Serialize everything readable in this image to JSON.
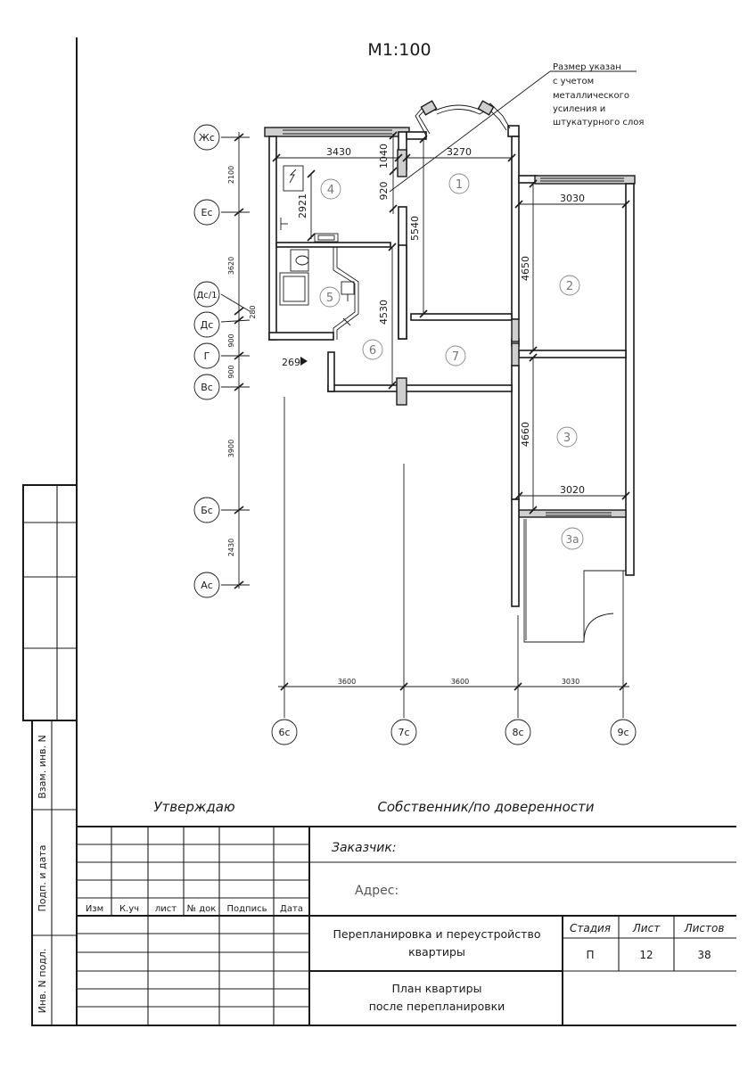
{
  "scale": "М1:100",
  "note_lines": [
    "Размер указан",
    "с учетом",
    "металлического",
    "усиления и",
    "штукатурного слоя"
  ],
  "axes_rows": [
    "Жс",
    "Ес",
    "Дс/1",
    "Дс",
    "Г",
    "Вс",
    "Бс",
    "Ас"
  ],
  "axes_cols": [
    "6с",
    "7с",
    "8с",
    "9с"
  ],
  "row_dims": [
    "2100",
    "3620",
    "280",
    "900",
    "900",
    "3900",
    "2430"
  ],
  "col_dims": [
    "3600",
    "3600",
    "3030"
  ],
  "room_dims": {
    "d3430": "3430",
    "d1040": "1040",
    "d3270": "3270",
    "d920": "920",
    "d2921": "2921",
    "d5540": "5540",
    "d3030": "3030",
    "d4650": "4650",
    "d4530": "4530",
    "d4660": "4660",
    "d3020": "3020",
    "d269": "269"
  },
  "rooms": [
    "1",
    "2",
    "3",
    "4",
    "5",
    "6",
    "7",
    "3а"
  ],
  "stamp": {
    "approve": "Утверждаю",
    "owner": "Собственник/по доверенности",
    "customer": "Заказчик:",
    "address": "Адрес:",
    "col_headers": [
      "Изм",
      "К.уч",
      "лист",
      "№ док",
      "Подпись",
      "Дата"
    ],
    "project": [
      "Перепланировка и переустройство",
      "квартиры"
    ],
    "stage_h": "Стадия",
    "sheet_h": "Лист",
    "sheets_h": "Листов",
    "stage": "П",
    "sheet": "12",
    "sheets": "38",
    "title": [
      "План квартиры",
      "после перепланировки"
    ]
  },
  "side": {
    "vzam": "Взам. инв. N",
    "podp": "Подп. и дата",
    "inv": "Инв. N подл."
  }
}
